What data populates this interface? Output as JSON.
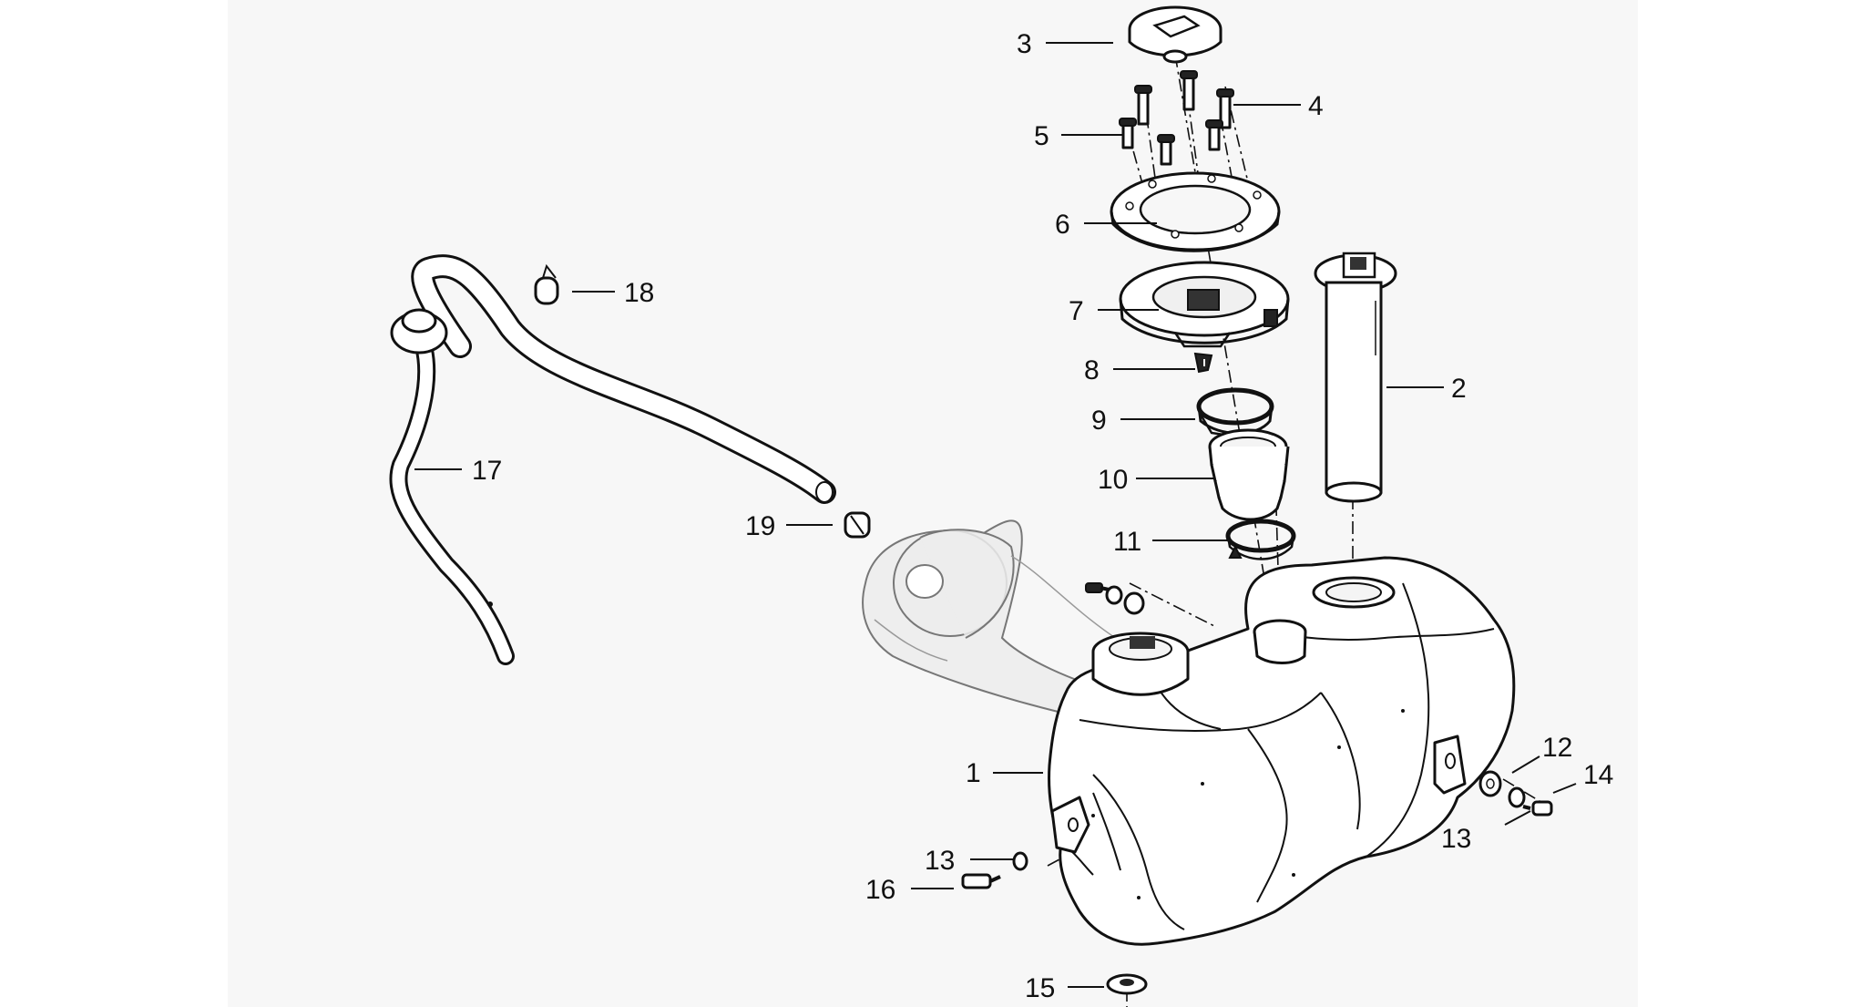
{
  "diagram": {
    "callouts": [
      {
        "id": "callout-1",
        "label": "1"
      },
      {
        "id": "callout-2",
        "label": "2"
      },
      {
        "id": "callout-3",
        "label": "3"
      },
      {
        "id": "callout-4",
        "label": "4"
      },
      {
        "id": "callout-5",
        "label": "5"
      },
      {
        "id": "callout-6",
        "label": "6"
      },
      {
        "id": "callout-7",
        "label": "7"
      },
      {
        "id": "callout-8",
        "label": "8"
      },
      {
        "id": "callout-9",
        "label": "9"
      },
      {
        "id": "callout-10",
        "label": "10"
      },
      {
        "id": "callout-11",
        "label": "11"
      },
      {
        "id": "callout-12",
        "label": "12"
      },
      {
        "id": "callout-13a",
        "label": "13"
      },
      {
        "id": "callout-13b",
        "label": "13"
      },
      {
        "id": "callout-14",
        "label": "14"
      },
      {
        "id": "callout-15",
        "label": "15"
      },
      {
        "id": "callout-16",
        "label": "16"
      },
      {
        "id": "callout-17",
        "label": "17"
      },
      {
        "id": "callout-18",
        "label": "18"
      },
      {
        "id": "callout-19",
        "label": "19"
      }
    ]
  }
}
